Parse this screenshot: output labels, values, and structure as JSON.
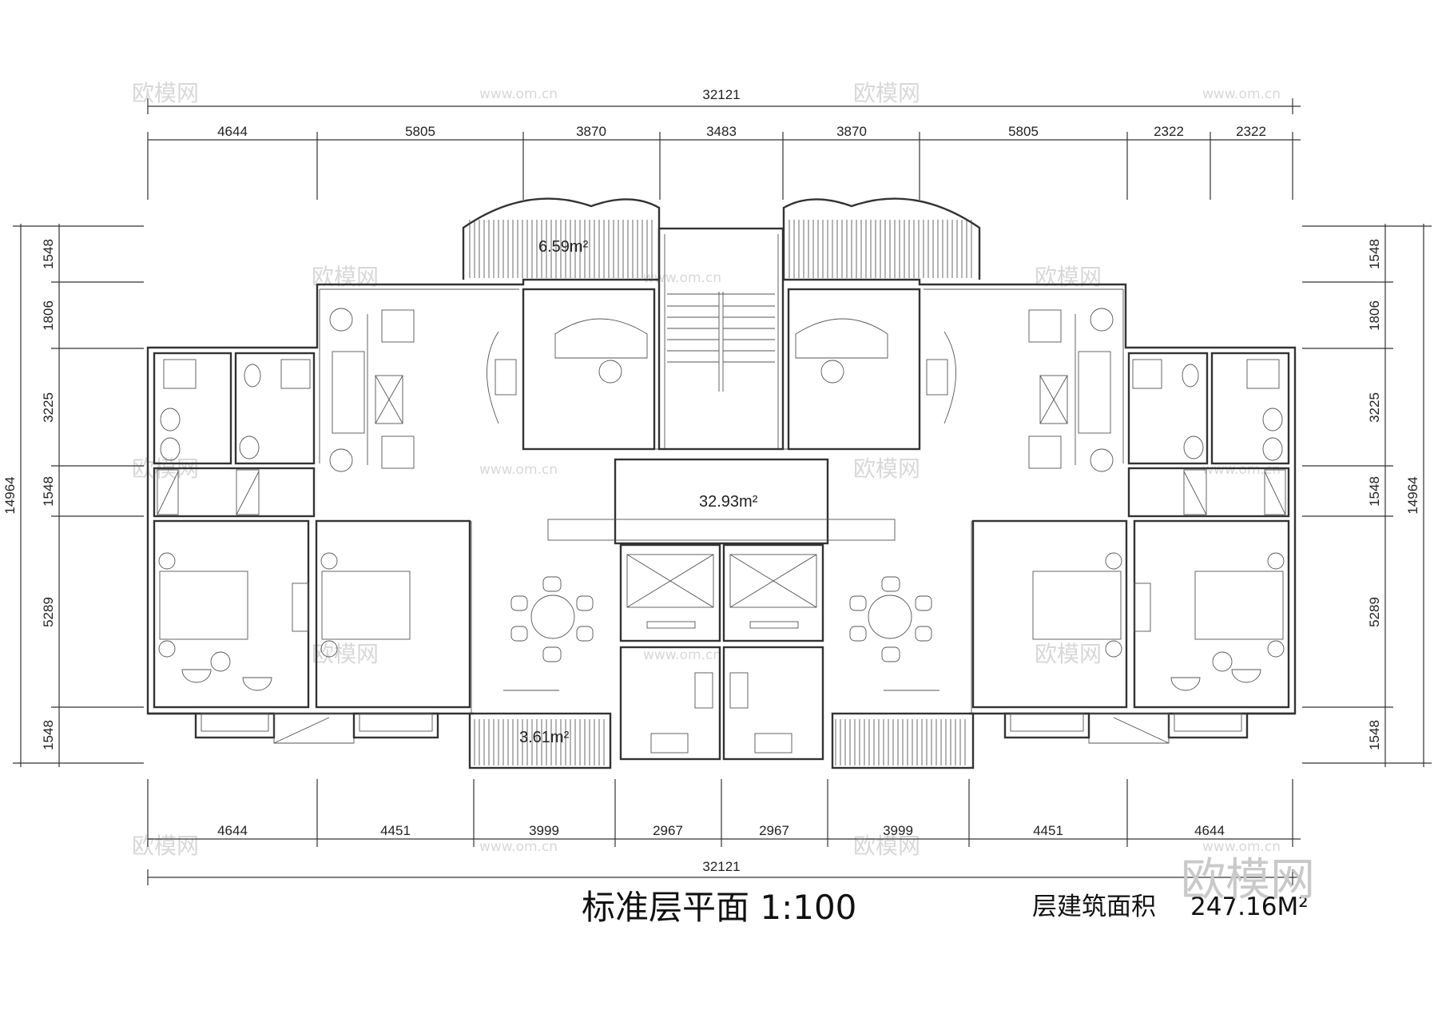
{
  "drawing": {
    "title": "标准层平面 1:100",
    "floor_area_label": "层建筑面积",
    "floor_area_value": "247.16M²",
    "watermark_logo": "欧模网",
    "watermark_text": "欧模网",
    "watermark_url": "www.om.cn"
  },
  "dimensions": {
    "top_total": "32121",
    "bottom_total": "32121",
    "top_segments": [
      "4644",
      "5805",
      "3870",
      "3483",
      "3870",
      "5805",
      "2322",
      "2322"
    ],
    "bottom_segments": [
      "4644",
      "4451",
      "3999",
      "2967",
      "2967",
      "3999",
      "4451",
      "4644"
    ],
    "left_segments": [
      "1548",
      "1806",
      "3225",
      "1548",
      "5289",
      "1548"
    ],
    "right_segments": [
      "1548",
      "1806",
      "3225",
      "1548",
      "5289",
      "1548"
    ],
    "left_total": "14964",
    "right_total": "14964"
  },
  "rooms": {
    "balcony_top_area": "6.59m²",
    "lobby_area": "32.93m²",
    "balcony_bottom_area": "3.61m²"
  }
}
